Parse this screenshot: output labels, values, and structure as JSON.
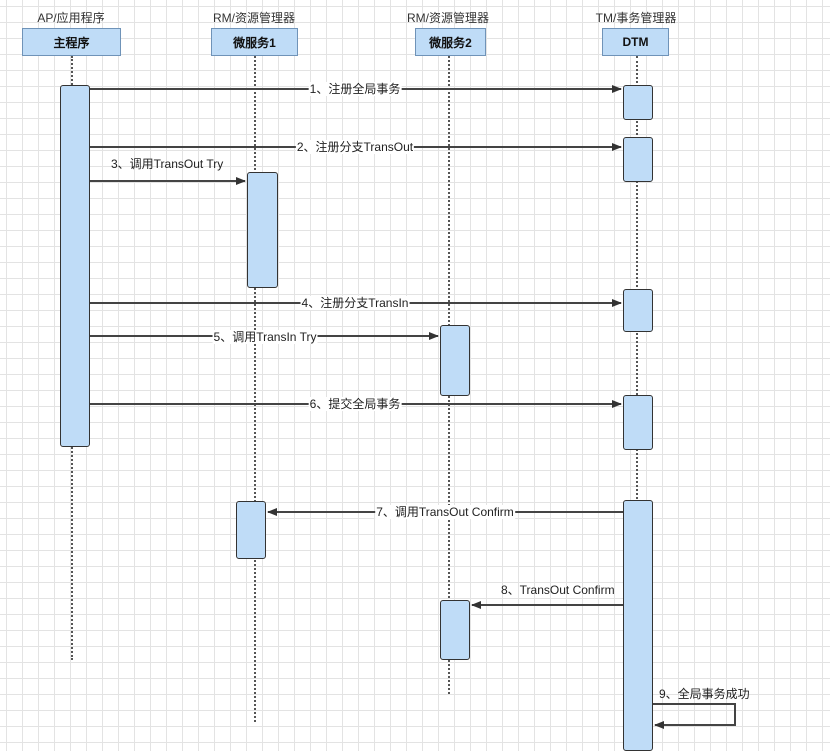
{
  "participants": [
    {
      "role": "AP/应用程序",
      "name": "主程序"
    },
    {
      "role": "RM/资源管理器",
      "name": "微服务1"
    },
    {
      "role": "RM/资源管理器",
      "name": "微服务2"
    },
    {
      "role": "TM/事务管理器",
      "name": "DTM"
    }
  ],
  "messages": [
    {
      "label": "1、注册全局事务"
    },
    {
      "label": "2、注册分支TransOut"
    },
    {
      "label": "3、调用TransOut Try"
    },
    {
      "label": "4、注册分支TransIn"
    },
    {
      "label": "5、调用TransIn Try"
    },
    {
      "label": "6、提交全局事务"
    },
    {
      "label": "7、调用TransOut Confirm"
    },
    {
      "label": "8、TransOut Confirm"
    },
    {
      "label": "9、全局事务成功"
    }
  ]
}
